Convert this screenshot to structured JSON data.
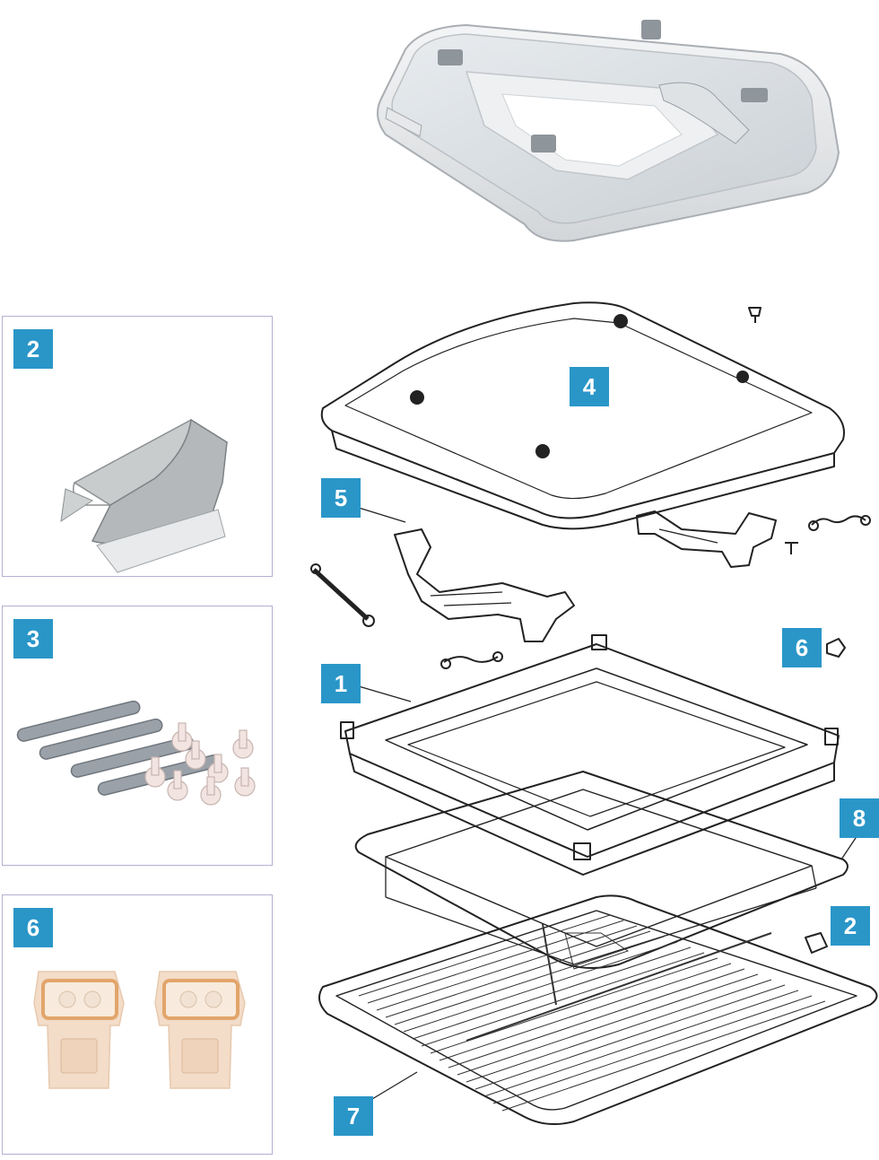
{
  "colors": {
    "badge": "#2a96c8",
    "panel_border": "#b6aed3",
    "line_art": "#222222",
    "clip_metal": "#b9bcbd",
    "hinge_grey": "#9aa1a8",
    "stopper": "#f3dcc8",
    "stopper_edge": "#e2a56b"
  },
  "inset_panels": [
    {
      "label": "2",
      "icon": "metal-clip-icon"
    },
    {
      "label": "3",
      "icon": "hinge-pins-icon"
    },
    {
      "label": "6",
      "icon": "stopper-pair-icon"
    }
  ],
  "callouts": [
    {
      "label": "4",
      "part": "dome-lid"
    },
    {
      "label": "5",
      "part": "hinge-arm"
    },
    {
      "label": "6",
      "part": "stopper"
    },
    {
      "label": "1",
      "part": "outer-frame"
    },
    {
      "label": "8",
      "part": "inner-frame"
    },
    {
      "label": "2",
      "part": "clip"
    },
    {
      "label": "7",
      "part": "fly-screen-frame"
    }
  ]
}
